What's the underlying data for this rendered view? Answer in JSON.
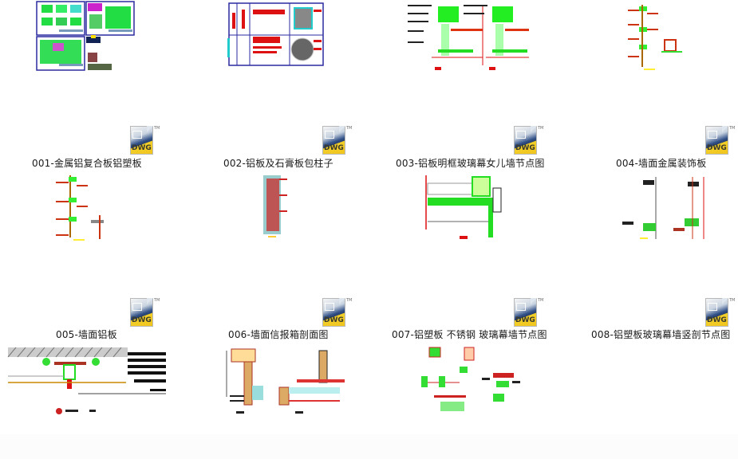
{
  "view": {
    "type": "file-explorer-large-icons",
    "file_type_icon": "dwg-file-icon",
    "file_type_icon_text": "DWG",
    "file_type_icon_trademark": "TM"
  },
  "files": [
    {
      "index": 0,
      "name": "001-金属铝复合板铝塑板",
      "type": "DWG"
    },
    {
      "index": 1,
      "name": "002-铝板及石膏板包柱子",
      "type": "DWG"
    },
    {
      "index": 2,
      "name": "003-铝板明框玻璃幕女儿墙节点图",
      "type": "DWG"
    },
    {
      "index": 3,
      "name": "004-墙面金属装饰板",
      "type": "DWG"
    },
    {
      "index": 4,
      "name": "005-墙面铝板",
      "type": "DWG"
    },
    {
      "index": 5,
      "name": "006-墙面信报箱剖面图",
      "type": "DWG"
    },
    {
      "index": 6,
      "name": "007-铝塑板 不锈钢 玻璃幕墙节点图",
      "type": "DWG"
    },
    {
      "index": 7,
      "name": "008-铝塑板玻璃幕墙竖剖节点图",
      "type": "DWG"
    }
  ],
  "colors": {
    "background": "#ffffff",
    "label_text": "#1a1a1a",
    "cad_green": "#22dd22",
    "cad_red": "#dd1111",
    "cad_blue": "#2a2aa0",
    "cad_yellow": "#ffee33",
    "dwg_icon_yellow": "#f1c41d",
    "dwg_icon_navy": "#2b3f6c"
  }
}
